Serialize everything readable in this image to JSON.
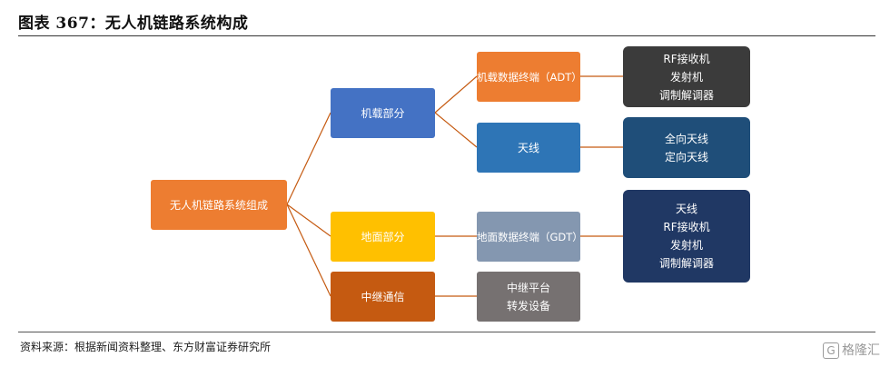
{
  "title": "图表 367：无人机链路系统构成",
  "source": "资料来源：根据新闻资料整理、东方财富证券研究所",
  "watermark": "格隆汇",
  "nodes": {
    "root": "无人机链路系统组成",
    "airborne": "机载部分",
    "ground": "地面部分",
    "relay": "中继通信",
    "adt": "机载数据终端（ADT）",
    "antenna": "天线",
    "gdt": "地面数据终端（GDT）",
    "relay_items": [
      "中继平台",
      "转发设备"
    ],
    "adt_items": [
      "RF接收机",
      "发射机",
      "调制解调器"
    ],
    "antenna_items": [
      "全向天线",
      "定向天线"
    ],
    "gdt_items": [
      "天线",
      "RF接收机",
      "发射机",
      "调制解调器"
    ]
  }
}
